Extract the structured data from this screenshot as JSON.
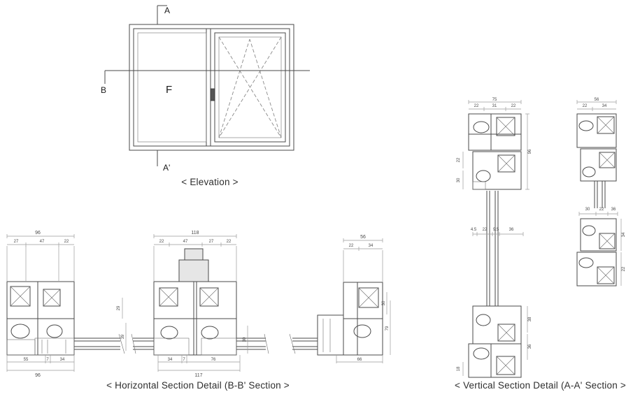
{
  "colors": {
    "background": "#ffffff",
    "drawing_line": "#4a4a4a",
    "dimension_line": "#9a9a9a",
    "dimension_text": "#4a4a4a",
    "caption_text": "#2e2e2e",
    "operator_fill": "#e6e6e6"
  },
  "elevation": {
    "caption": "< Elevation >",
    "labels": {
      "section_top": "A",
      "section_bottom": "A'",
      "section_left": "B",
      "fixed_panel": "F"
    }
  },
  "horizontal_section": {
    "caption": "< Horizontal Section Detail (B-B' Section >",
    "left_group": {
      "top_overall": "96",
      "top_subs": [
        "27",
        "47",
        "22"
      ],
      "bottom_subs": [
        "55",
        "7",
        "34"
      ],
      "bottom_overall": "96",
      "side_dims": [
        "29",
        "39"
      ]
    },
    "center_group": {
      "top_overall": "118",
      "top_subs": [
        "22",
        "47",
        "27",
        "22"
      ],
      "bottom_subs": [
        "34",
        "7",
        "76"
      ],
      "bottom_overall": "117",
      "side_dims": [
        "30"
      ]
    },
    "right_group": {
      "top_overall": "56",
      "top_subs": [
        "22",
        "34"
      ],
      "bottom_overall": "66",
      "side_dims": [
        "30",
        "79"
      ]
    }
  },
  "vertical_section": {
    "caption": "< Vertical Section Detail (A-A' Section >",
    "left_strip": {
      "top_overall": "75",
      "top_subs": [
        "22",
        "31",
        "22"
      ],
      "upper_side_dims": [
        "96",
        "22",
        "30"
      ],
      "middle_subs": [
        "4.5",
        "22",
        "9.5",
        "36"
      ],
      "lower_side_dims": [
        "38",
        "36",
        "18"
      ]
    },
    "right_strip": {
      "top_overall": "56",
      "top_subs": [
        "22",
        "34"
      ],
      "middle_subs": [
        "30",
        "22",
        "36"
      ],
      "side_dims": [
        "34",
        "22"
      ]
    }
  }
}
